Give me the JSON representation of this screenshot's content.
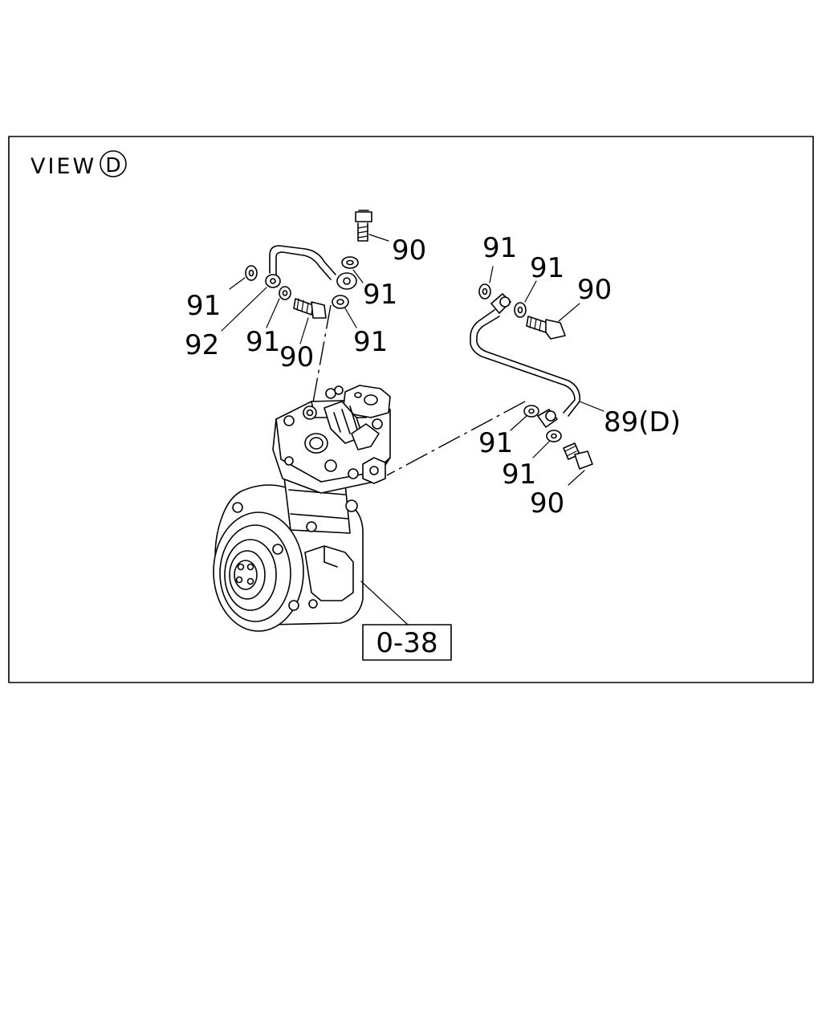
{
  "view": {
    "prefix": "VIEW",
    "letter": "D"
  },
  "callouts": {
    "c90_top": "90",
    "c91_upper_mid": "91",
    "c91_left": "91",
    "c92": "92",
    "c91_lower_left": "91",
    "c90_left": "90",
    "c91_lower_mid": "91",
    "c91_right_a": "91",
    "c91_right_b": "91",
    "c90_right_top": "90",
    "c89": "89(D)",
    "c91_right_c": "91",
    "c91_right_d": "91",
    "c90_right_bottom": "90"
  },
  "reference_box": {
    "label": "0-38"
  }
}
